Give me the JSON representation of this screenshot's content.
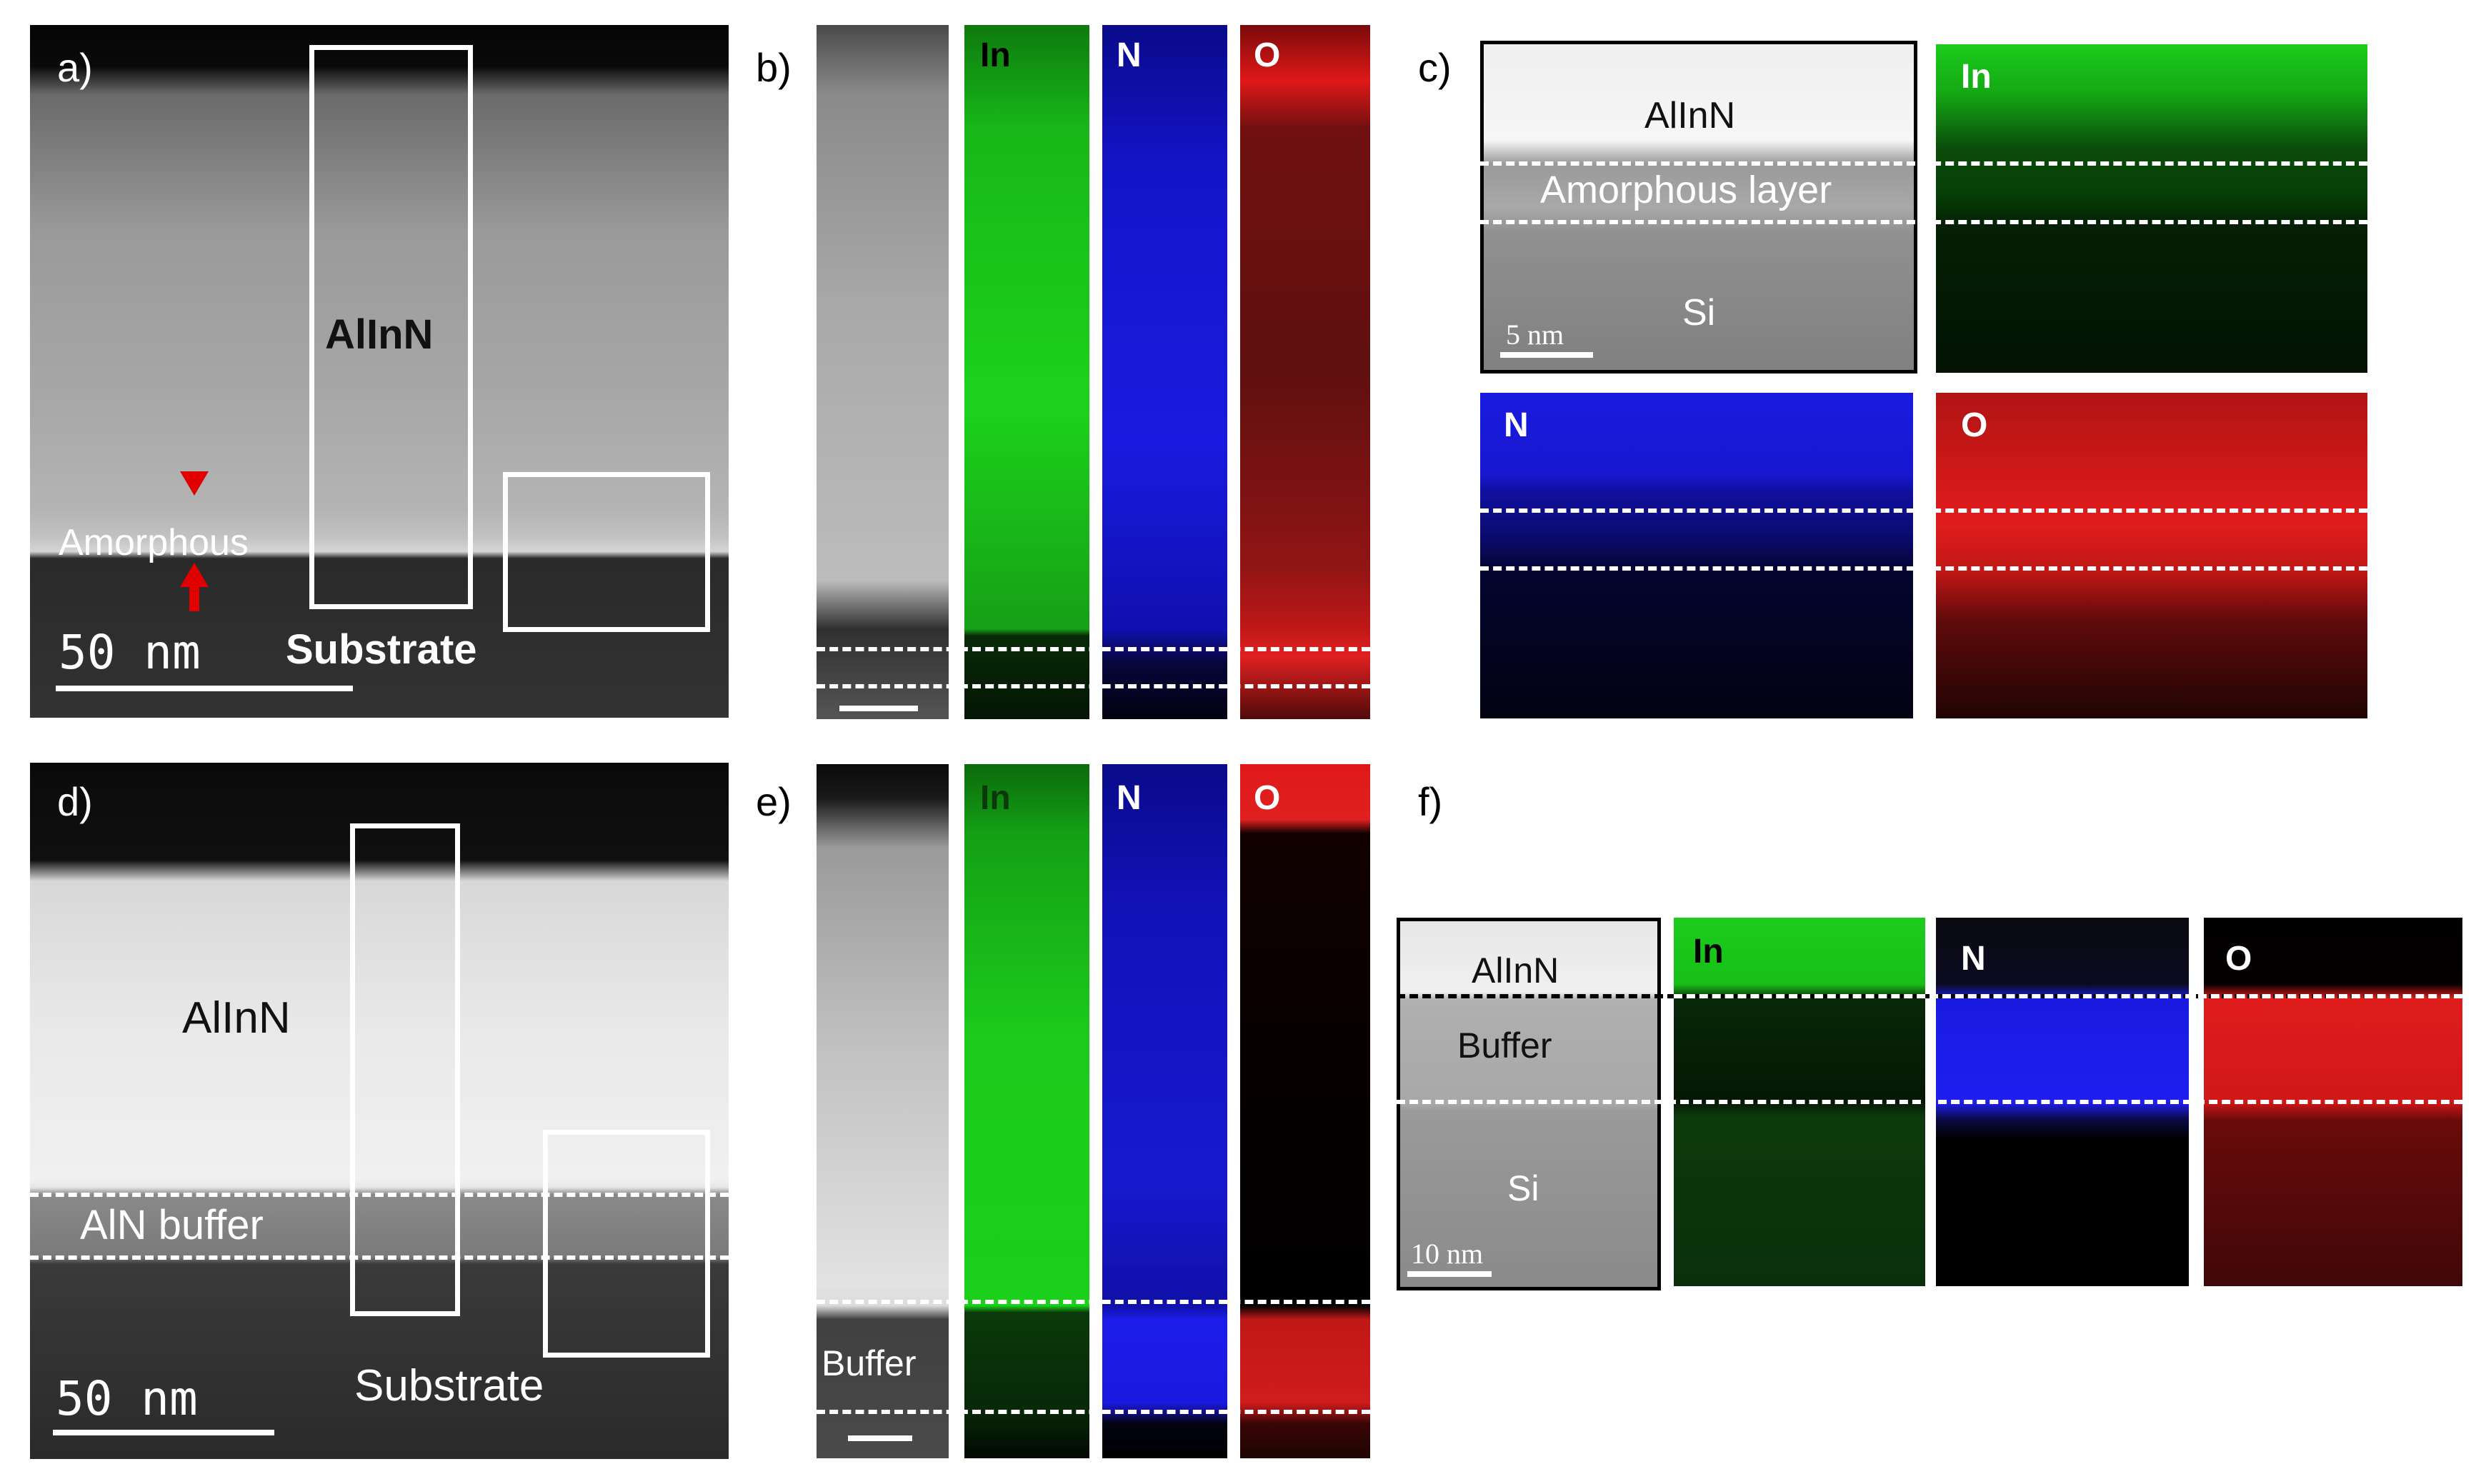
{
  "panels": {
    "a": {
      "letter": "a)",
      "layer_label": "AlInN",
      "amorphous_label": "Amorphous",
      "substrate_label": "Substrate",
      "scale_label": "50 nm"
    },
    "b": {
      "letter": "b)",
      "maps": [
        "In",
        "N",
        "O"
      ]
    },
    "c": {
      "letter": "c)",
      "labels": [
        "AlInN",
        "Amorphous layer",
        "Si"
      ],
      "scale_label": "5 nm",
      "maps": [
        "In",
        "N",
        "O"
      ]
    },
    "d": {
      "letter": "d)",
      "layer_label": "AlInN",
      "buffer_label": "AlN buffer",
      "substrate_label": "Substrate",
      "scale_label": "50 nm"
    },
    "e": {
      "letter": "e)",
      "buffer_label": "Buffer",
      "maps": [
        "In",
        "N",
        "O"
      ]
    },
    "f": {
      "letter": "f)",
      "labels": [
        "AlInN",
        "Buffer",
        "Si"
      ],
      "scale_label": "10 nm",
      "maps": [
        "In",
        "N",
        "O"
      ]
    }
  },
  "colors": {
    "In": "#18d018",
    "N": "#1a1ae0",
    "O": "#e01818",
    "arrow": "#e00000"
  }
}
